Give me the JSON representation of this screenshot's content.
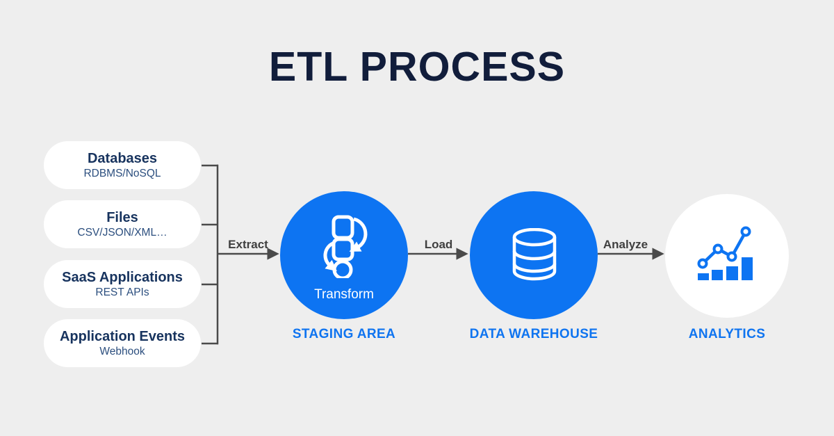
{
  "title": "ETL PROCESS",
  "sources": [
    {
      "title": "Databases",
      "subtitle": "RDBMS/NoSQL"
    },
    {
      "title": "Files",
      "subtitle": "CSV/JSON/XML…"
    },
    {
      "title": "SaaS Applications",
      "subtitle": "REST APIs"
    },
    {
      "title": "Application Events",
      "subtitle": "Webhook"
    }
  ],
  "flow_labels": {
    "extract": "Extract",
    "load": "Load",
    "analyze": "Analyze"
  },
  "stages": [
    {
      "label": "Transform",
      "caption": "STAGING AREA",
      "icon": "transform-cycle-icon"
    },
    {
      "label": "",
      "caption": "DATA WAREHOUSE",
      "icon": "database-cylinder-icon"
    },
    {
      "label": "",
      "caption": "ANALYTICS",
      "icon": "bar-line-chart-icon"
    }
  ],
  "colors": {
    "background": "#eeeeee",
    "accent_blue": "#0d74f2",
    "title_navy": "#111d3b",
    "box_title_navy": "#17335e",
    "box_subtitle_blue": "#2b4e7e",
    "connector_gray": "#4a4a4a"
  }
}
